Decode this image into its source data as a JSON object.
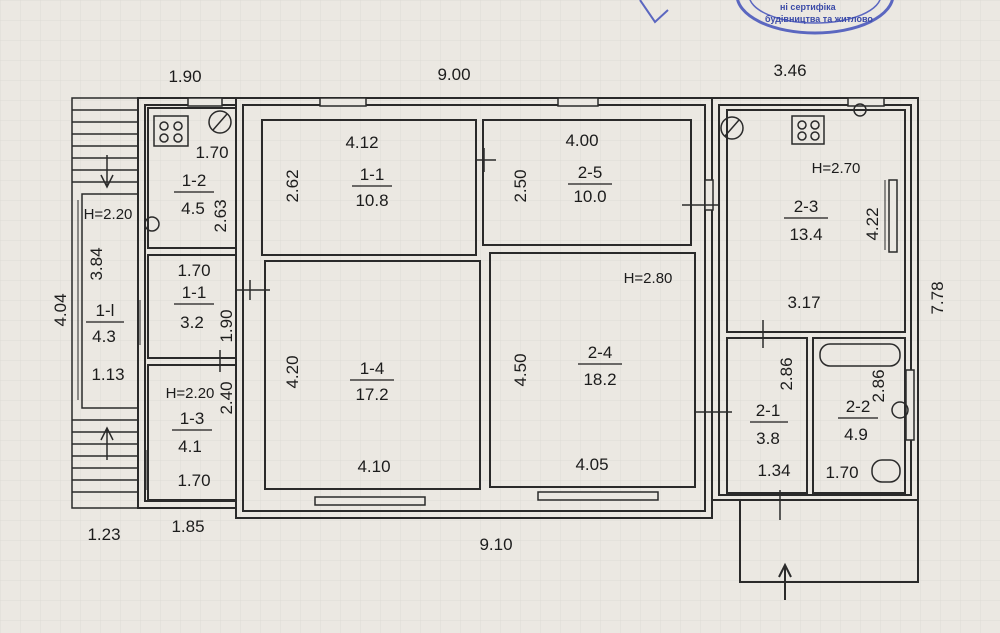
{
  "stamp": {
    "text_top": "ні сертифіка",
    "text_bottom": "будівництва та житлово"
  },
  "dimensions": {
    "top_left": "1.90",
    "top_middle": "9.00",
    "top_right": "3.46",
    "left_side": "4.04",
    "right_side": "7.78",
    "bottom_left_a": "1.23",
    "bottom_left_b": "1.85",
    "bottom_total": "9.10"
  },
  "rooms": {
    "r1_1": {
      "id": "1-1",
      "area": "10.8",
      "width": "4.12",
      "depth": "2.62"
    },
    "r2_5": {
      "id": "2-5",
      "area": "10.0",
      "width": "4.00",
      "depth": "2.50"
    },
    "r1_2": {
      "id": "1-2",
      "area": "4.5",
      "width": "1.70",
      "depth": "2.63"
    },
    "r1_l": {
      "id": "1-l",
      "area": "4.3",
      "height": "H=2.20",
      "length": "3.84",
      "width": "1.13"
    },
    "r1_1b": {
      "id": "1-1",
      "area": "3.2",
      "width": "1.70",
      "depth": "1.90"
    },
    "r1_3": {
      "id": "1-3",
      "area": "4.1",
      "height": "H=2.20",
      "depth": "2.40",
      "width": "1.70"
    },
    "r1_4": {
      "id": "1-4",
      "area": "17.2",
      "depth": "4.20",
      "width": "4.10"
    },
    "r2_4": {
      "id": "2-4",
      "area": "18.2",
      "height": "H=2.80",
      "depth": "4.50",
      "width": "4.05"
    },
    "r2_3": {
      "id": "2-3",
      "area": "13.4",
      "height": "H=2.70",
      "depth": "4.22",
      "width": "3.17"
    },
    "r2_1": {
      "id": "2-1",
      "area": "3.8",
      "depth": "2.86",
      "width": "1.34"
    },
    "r2_2": {
      "id": "2-2",
      "area": "4.9",
      "depth": "2.86",
      "width": "1.70"
    }
  }
}
